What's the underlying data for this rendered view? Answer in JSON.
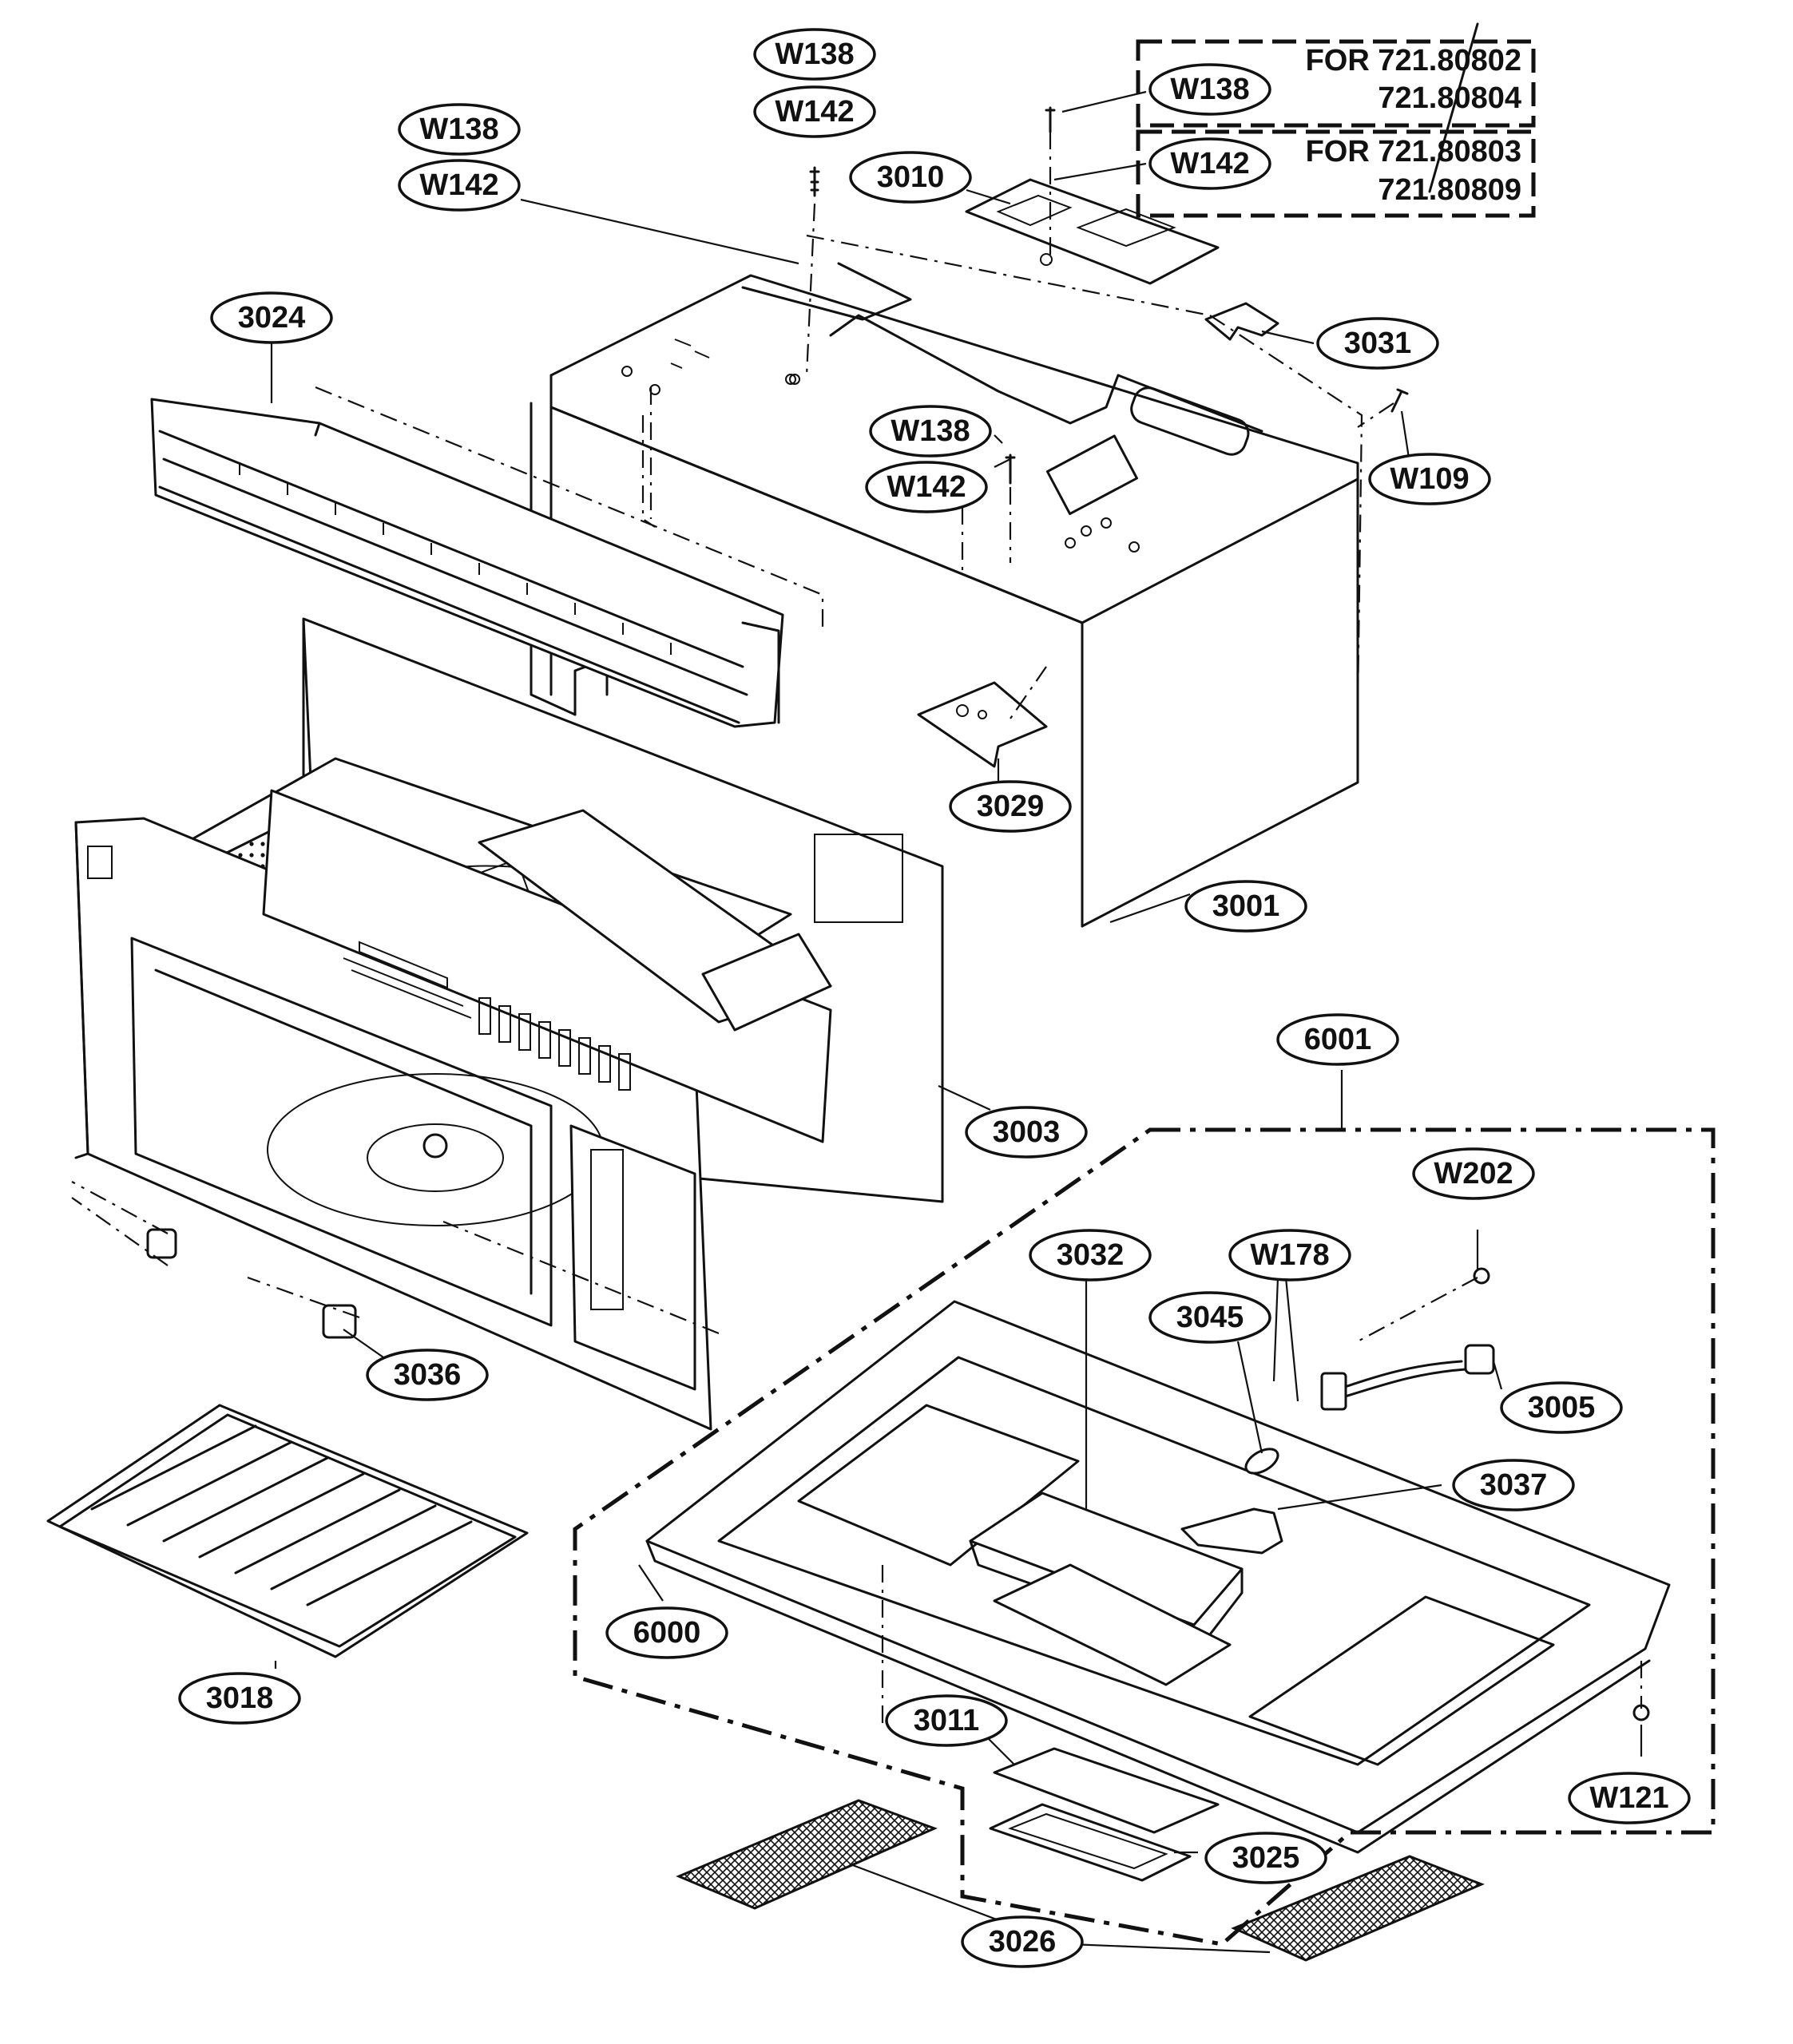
{
  "callouts": [
    {
      "label": "W138"
    },
    {
      "label": "W142"
    },
    {
      "label": "W138"
    },
    {
      "label": "W142"
    },
    {
      "label": "W138"
    },
    {
      "label": "W142"
    },
    {
      "label": "3010"
    },
    {
      "label": "3024"
    },
    {
      "label": "3031"
    },
    {
      "label": "W138"
    },
    {
      "label": "W142"
    },
    {
      "label": "W109"
    },
    {
      "label": "3029"
    },
    {
      "label": "3001"
    },
    {
      "label": "6001"
    },
    {
      "label": "3003"
    },
    {
      "label": "W202"
    },
    {
      "label": "3032"
    },
    {
      "label": "W178"
    },
    {
      "label": "3045"
    },
    {
      "label": "3005"
    },
    {
      "label": "3037"
    },
    {
      "label": "3036"
    },
    {
      "label": "3018"
    },
    {
      "label": "6000"
    },
    {
      "label": "3011"
    },
    {
      "label": "W121"
    },
    {
      "label": "3025"
    },
    {
      "label": "3026"
    }
  ],
  "model_notes": {
    "w138_line1": "FOR 721.80802",
    "w138_line2": "721.80804",
    "w142_line1": "FOR 721.80803",
    "w142_line2": "721.80809"
  }
}
